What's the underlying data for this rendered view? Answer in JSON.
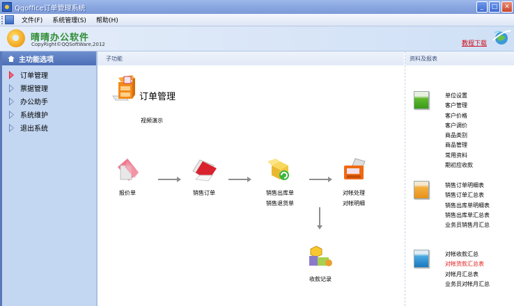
{
  "window": {
    "title": "Qqoffice订单管理系统",
    "controls": {
      "minimize": "_",
      "maximize": "□",
      "close": "✕"
    }
  },
  "menubar": {
    "items": [
      {
        "label": "文件(F)"
      },
      {
        "label": "系统管理(S)"
      },
      {
        "label": "帮助(H)"
      }
    ]
  },
  "banner": {
    "logo_text": "晴晴办公软件",
    "copyright": "CopyRight©QQSoftWare,2012",
    "tutorial_link": "教程下载"
  },
  "sidebar": {
    "header": "主功能选项",
    "items": [
      {
        "label": "订单管理",
        "active": true
      },
      {
        "label": "票据管理",
        "active": false
      },
      {
        "label": "办公助手",
        "active": false
      },
      {
        "label": "系统维护",
        "active": false
      },
      {
        "label": "退出系统",
        "active": false
      }
    ]
  },
  "main": {
    "header": "子功能",
    "module_title": "订单管理",
    "video_demo": "视频演示",
    "flow": {
      "quote": "报价单",
      "sales_order": "销售订单",
      "outbound_1": "销售出库单",
      "outbound_2": "销售退货单",
      "recon_1": "对帐处理",
      "recon_2": "对帐明细",
      "payment": "收款记录"
    }
  },
  "right": {
    "header": "资料及报表",
    "groups": [
      {
        "icon": "green-report-icon",
        "links": [
          "单位设置",
          "客户管理",
          "客户价格",
          "客户调价",
          "商品类别",
          "商品管理",
          "常用资料",
          "期初应收款"
        ]
      },
      {
        "icon": "orange-report-icon",
        "links": [
          "销售订单明细表",
          "销售订单汇总表",
          "销售出库单明细表",
          "销售出库单汇总表",
          "业务员销售月汇总"
        ]
      },
      {
        "icon": "blue-report-icon",
        "links": [
          "对帐收款汇总",
          "对帐货款汇总表",
          "对帐月汇总表",
          "业务员对帐月汇总"
        ],
        "highlighted_index": 1
      }
    ]
  },
  "colors": {
    "accent_red": "#e31b1b",
    "sidebar_bg": "#c3d7f2",
    "sidebar_header": "#5b7dc2",
    "logo_green": "#2e8c34"
  }
}
